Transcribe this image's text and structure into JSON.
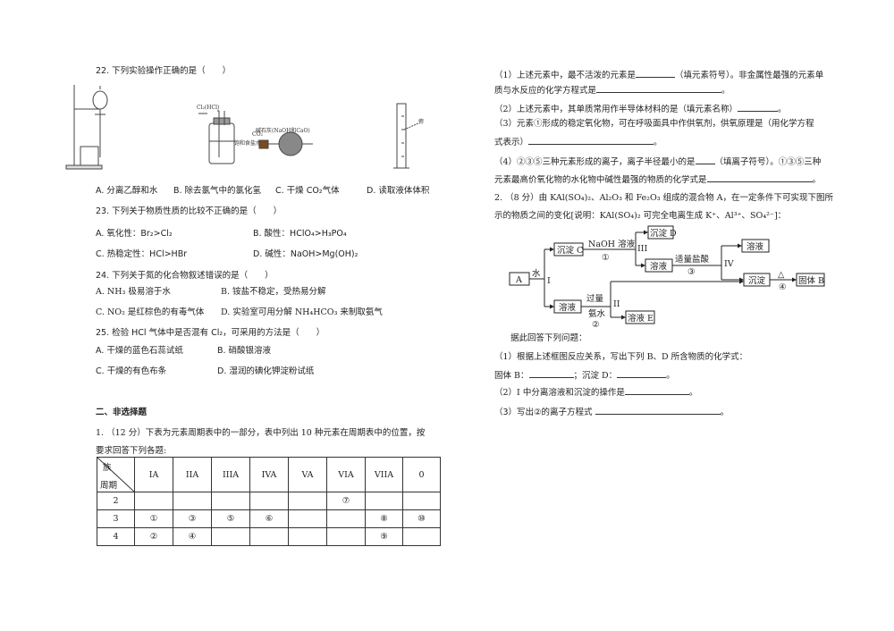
{
  "q22": {
    "stem": "22. 下列实验操作正确的是（　　）",
    "fig_labels": {
      "gas_in": "Cl₂(HCl)",
      "salt_water": "饱和食盐水",
      "co2": "CO₂",
      "soda_lime": "碱石灰(NaOH和CaO)",
      "eye": "俯"
    },
    "options": [
      "A. 分离乙醇和水",
      "B. 除去氯气中的氯化氢",
      "C. 干燥 CO₂气体",
      "D. 读取液体体积"
    ]
  },
  "q23": {
    "stem": "23. 下列关于物质性质的比较不正确的是（　　）",
    "options": [
      "A. 氧化性：Br₂>Cl₂",
      "B. 酸性：HClO₄>H₃PO₄",
      "C. 热稳定性：HCl>HBr",
      "D. 碱性：NaOH>Mg(OH)₂"
    ]
  },
  "q24": {
    "stem": "24. 下列关于氮的化合物叙述错误的是（　　）",
    "options": [
      "A. NH₃ 极易溶于水",
      "B. 铵盐不稳定，受热易分解",
      "C. NO₂ 是红棕色的有毒气体",
      "D. 实验室可用分解 NH₄HCO₃ 来制取氨气"
    ]
  },
  "q25": {
    "stem": "25. 检验 HCl 气体中是否混有 Cl₂，可采用的方法是（　　）",
    "options": [
      "A. 干燥的蓝色石蕊试纸",
      "B. 硝酸银溶液",
      "C. 干燥的有色布条",
      "D. 湿润的碘化钾淀粉试纸"
    ]
  },
  "section2": {
    "title": "二、非选择题",
    "q1_line1": "1. （12 分）下表为元素周期表中的一部分，表中列出 10 种元素在周期表中的位置，按",
    "q1_line2": "要求回答下列各题:",
    "table": {
      "corner_top": "族",
      "corner_bottom": "周期",
      "headers": [
        "IA",
        "IIA",
        "IIIA",
        "IVA",
        "VA",
        "VIA",
        "VIIA",
        "0"
      ],
      "rows": [
        {
          "period": "2",
          "cells": [
            "",
            "",
            "",
            "",
            "",
            "⑦",
            "",
            ""
          ]
        },
        {
          "period": "3",
          "cells": [
            "①",
            "③",
            "⑤",
            "⑥",
            "",
            "",
            "⑧",
            "⑩"
          ]
        },
        {
          "period": "4",
          "cells": [
            "②",
            "④",
            "",
            "",
            "",
            "",
            "⑨",
            ""
          ]
        }
      ]
    }
  },
  "q1_parts": {
    "p1a": "（1）上述元素中，最不活泼的元素是",
    "p1b": "（填元素符号）。非金属性最强的元素单",
    "p1c": "质与水反应的化学方程式是",
    "p2": "（2）上述元素中，其单质常用作半导体材料的是（填元素名称）",
    "p3a": "（3）元素①形成的稳定氧化物，可在呼吸面具中作供氧剂，供氧原理是（用化学方程",
    "p3b": "式表示）",
    "p4a": "（4）②③⑤三种元素形成的离子，离子半径最小的是",
    "p4b": "（填离子符号）。①③⑤三种",
    "p4c": "元素最高价氧化物的水化物中碱性最强的物质的化学式是",
    "period": "。"
  },
  "q2": {
    "line1": "2. （8 分）由 KAl(SO₄)₂、Al₂O₃ 和 Fe₂O₃ 组成的混合物 A，在一定条件下可实现下图所",
    "line2": "示的物质之间的变化[说明：KAl(SO₄)₂ 可完全电离生成 K⁺、Al³⁺、SO₄²⁻]：",
    "diagram": {
      "A": "A",
      "water": "水",
      "I": "I",
      "precip_C": "沉淀 C",
      "naoh": "NaOH 溶液",
      "c1": "①",
      "III": "III",
      "precip_D": "沉淀 D",
      "solution1": "溶液",
      "hcl": "适量盐酸",
      "c3": "③",
      "IV": "IV",
      "solution2": "溶液",
      "precip": "沉淀",
      "delta": "△",
      "c4": "④",
      "solid_B": "固体 B",
      "solution3": "溶液",
      "excess": "过量",
      "ammonia": "氨水",
      "c2": "②",
      "II": "II",
      "solution_E": "溶液 E"
    },
    "prompt": "据此回答下列问题：",
    "p1": "（1）根据上述框图反应关系，写出下列 B、D 所含物质的化学式：",
    "p1_B": "固体 B：",
    "p1_D": "；沉淀 D：",
    "p2": "（2）I 中分离溶液和沉淀的操作是",
    "p3": "（3）写出②的离子方程式",
    "period": "。"
  }
}
